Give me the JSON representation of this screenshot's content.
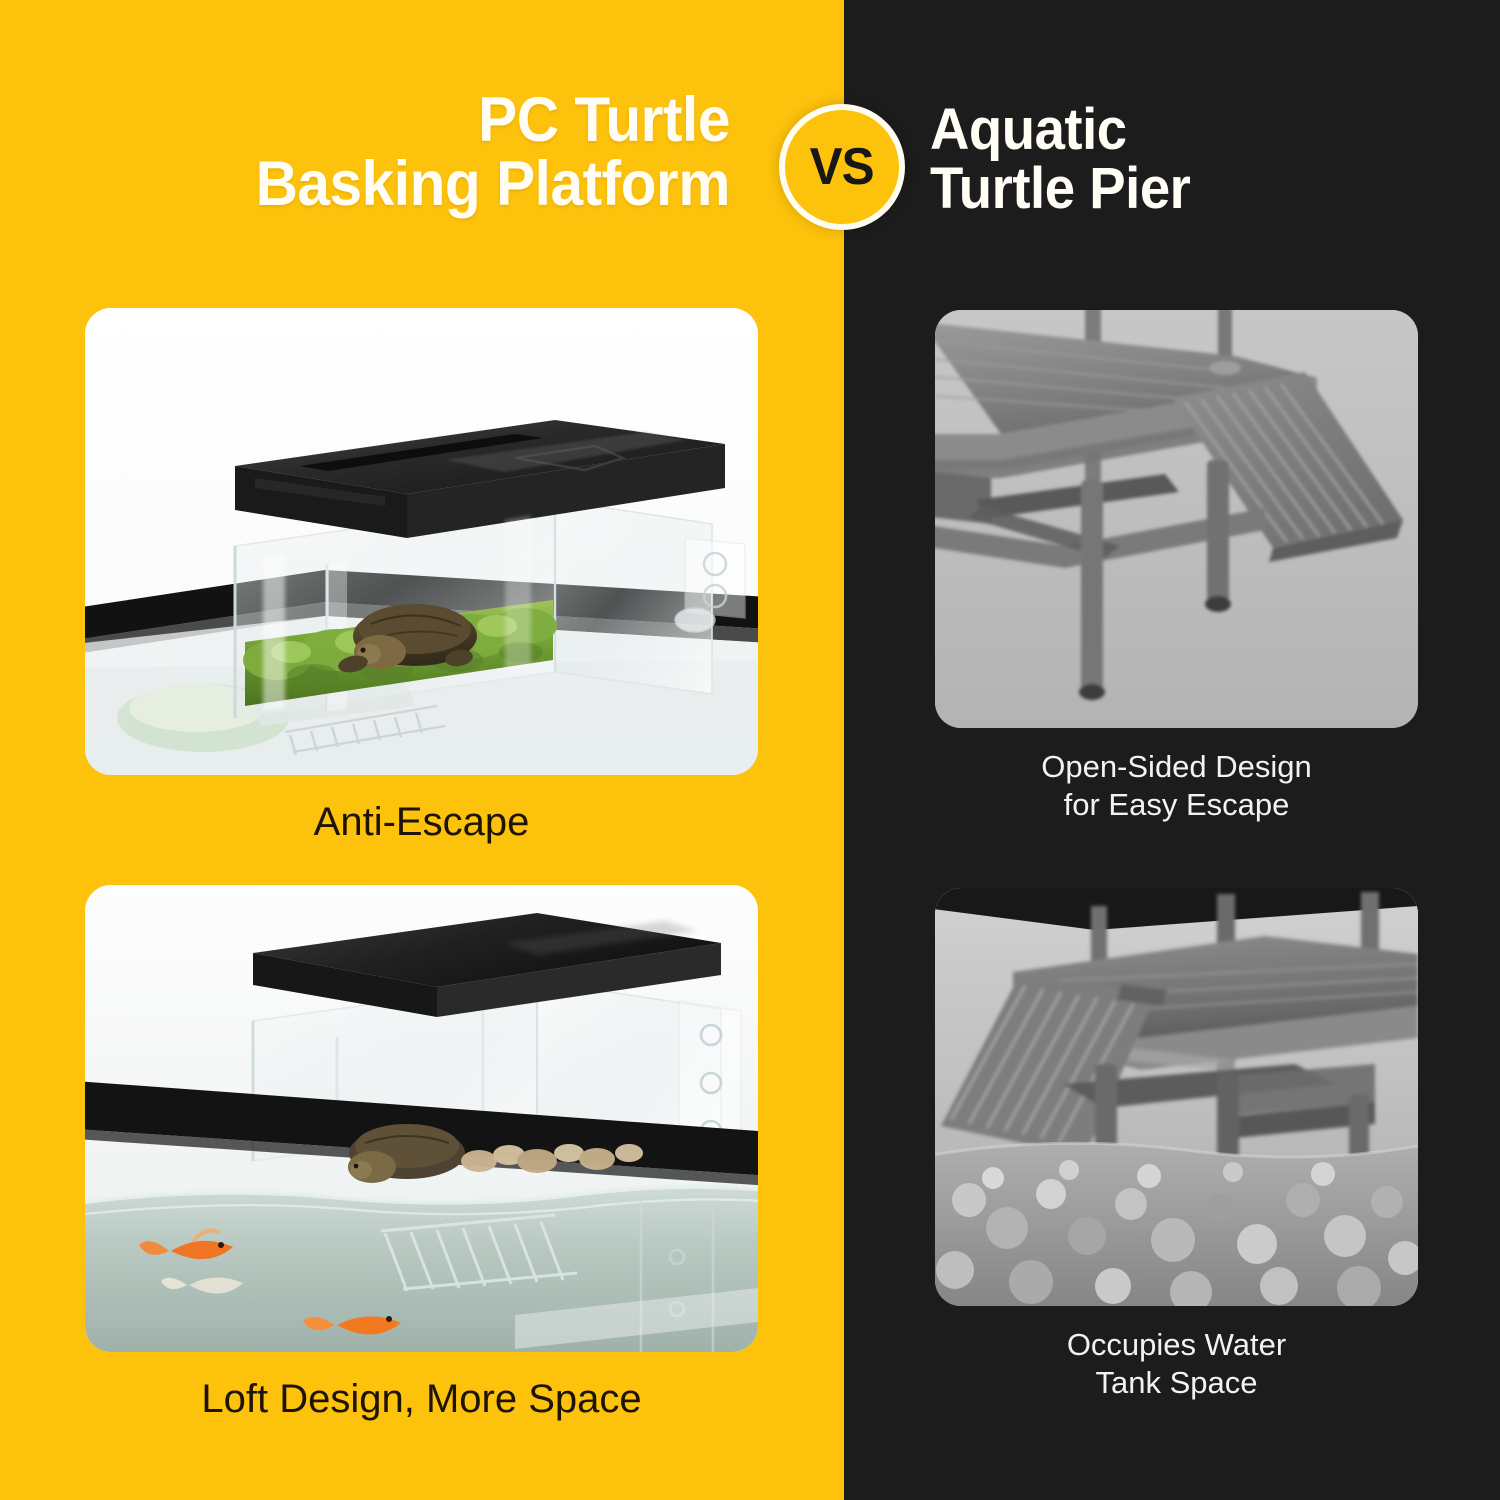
{
  "theme": {
    "accent_yellow": "#FDC20B",
    "dark_panel": "#1C1C1C",
    "card_white": "#FFFFFF",
    "card_gray": "#B9B9B9",
    "title_white": "#FFFDF4",
    "caption_dark": "#1D1406"
  },
  "comparison": {
    "vs_label": "VS",
    "left": {
      "title_lines": [
        "PC Turtle",
        "Basking Platform"
      ],
      "panels": [
        {
          "id": "anti-escape",
          "caption_lines": [
            "Anti-Escape"
          ],
          "photo_description": "Clear acrylic turtle basking box with black lid mounted on a black-framed aquarium, green moss bedding and a turtle inside"
        },
        {
          "id": "loft-design",
          "caption_lines": [
            "Loft Design, More Space"
          ],
          "photo_description": "Elevated loft basking platform above the waterline with a turtle on top, goldfish swimming in the tank below"
        }
      ]
    },
    "right": {
      "title_lines": [
        "Aquatic",
        "Turtle Pier"
      ],
      "panels": [
        {
          "id": "open-sided",
          "caption_lines": [
            "Open-Sided Design",
            "for Easy Escape"
          ],
          "photo_description": "Grayscale photo of an open plastic turtle pier platform with a textured climbing ramp and suction-cup legs"
        },
        {
          "id": "occupies-space",
          "caption_lines": [
            "Occupies Water",
            "Tank Space"
          ],
          "photo_description": "Grayscale photo of a turtle pier standing on gravel substrate inside the water tank, taking up swimming room"
        }
      ]
    }
  }
}
